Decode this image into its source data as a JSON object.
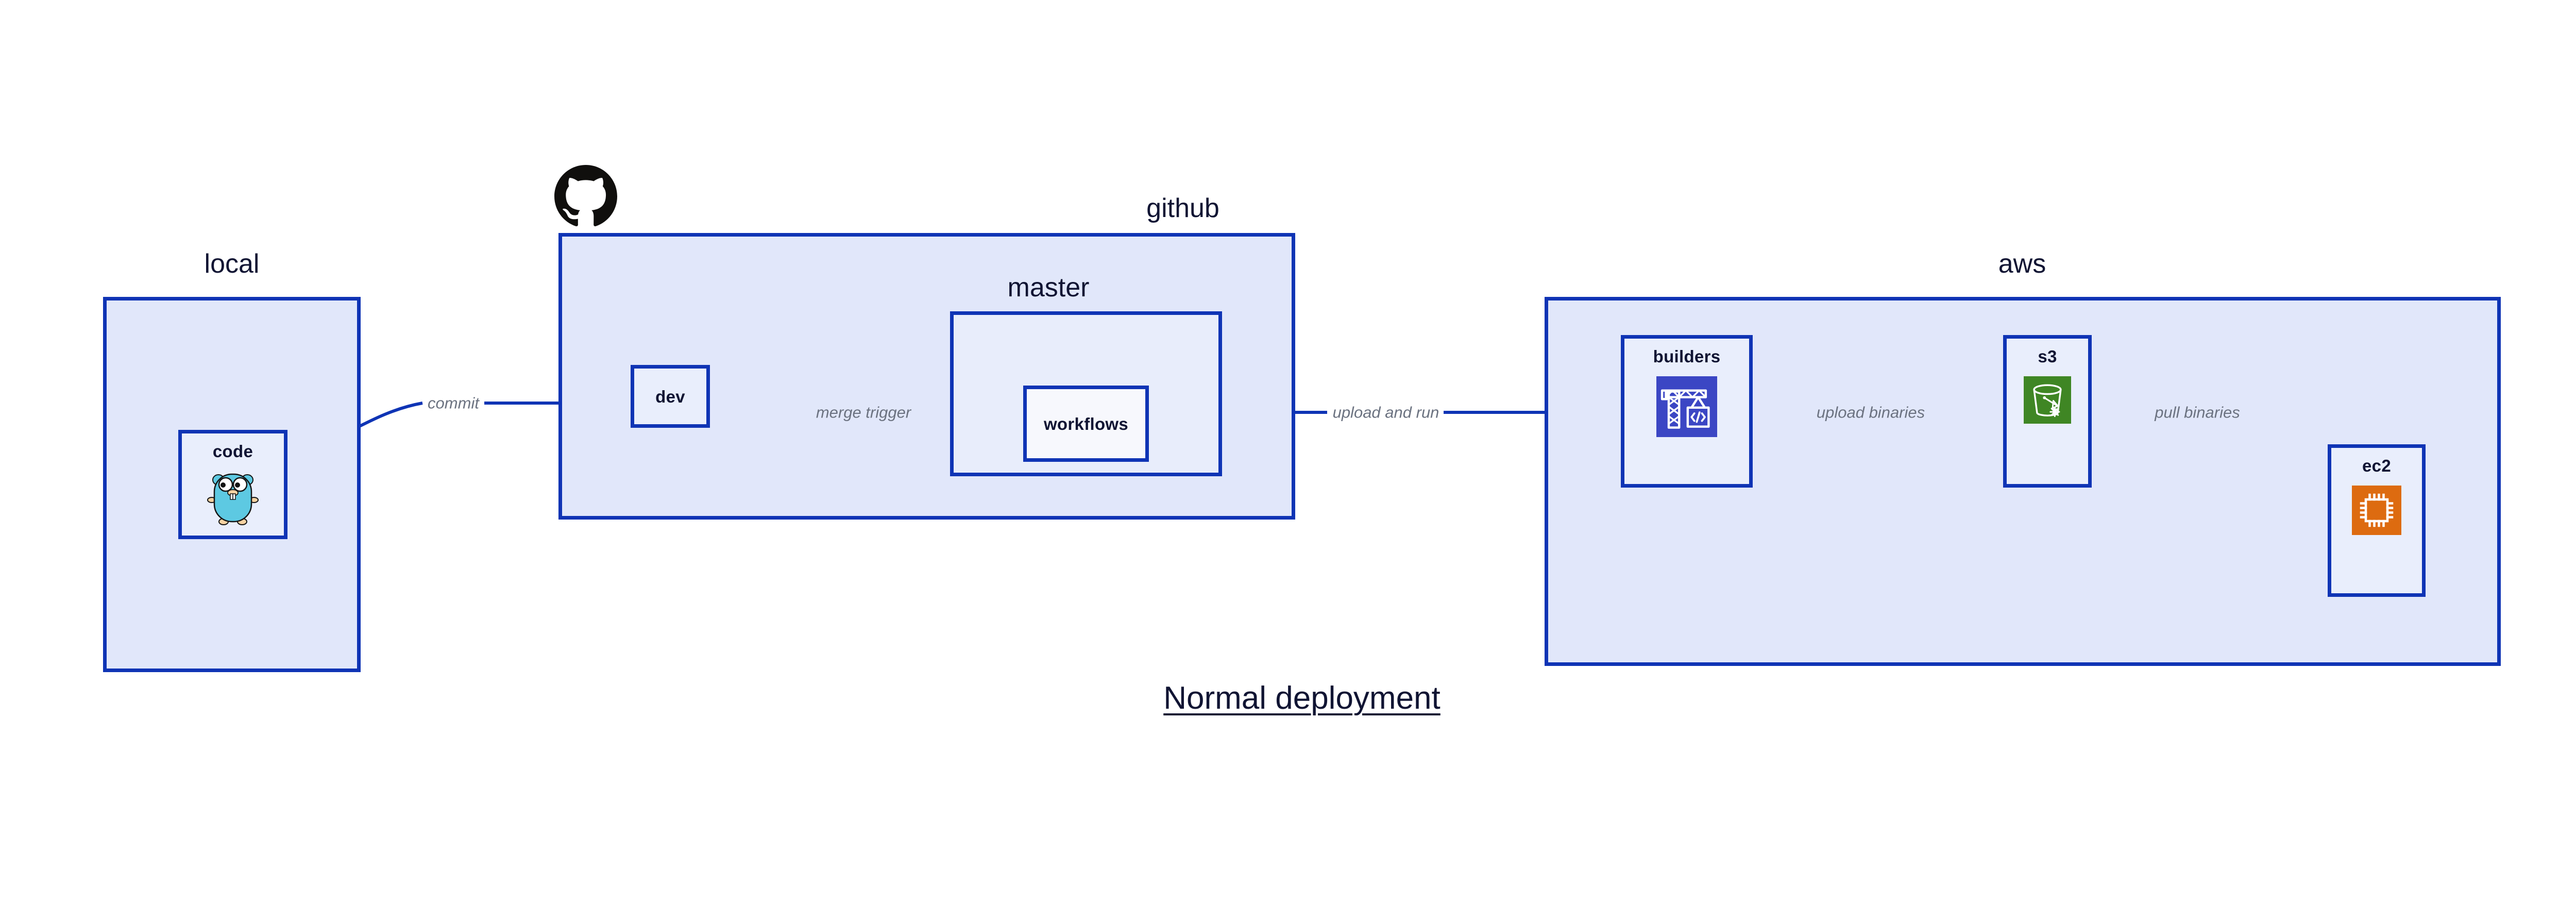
{
  "diagram": {
    "title": "Normal deployment",
    "background": "#ffffff",
    "accent_blue": "#0f34b5",
    "group_fill": "#e1e7fa",
    "node_fill": "#e9eefc",
    "label_gray": "#6b7280",
    "text_navy": "#101433"
  },
  "groups": [
    {
      "id": "local",
      "label": "local"
    },
    {
      "id": "github",
      "label": "github"
    },
    {
      "id": "master",
      "label": "master"
    },
    {
      "id": "aws",
      "label": "aws"
    }
  ],
  "nodes": [
    {
      "id": "code",
      "label": "code",
      "icon": "go-gopher-icon"
    },
    {
      "id": "dev",
      "label": "dev",
      "icon": null
    },
    {
      "id": "workflows",
      "label": "workflows",
      "icon": null
    },
    {
      "id": "builders",
      "label": "builders",
      "icon": "aws-crane-builder-icon",
      "icon_color": "#3b46c4"
    },
    {
      "id": "s3",
      "label": "s3",
      "icon": "aws-s3-bucket-icon",
      "icon_color": "#3f8624"
    },
    {
      "id": "ec2",
      "label": "ec2",
      "icon": "aws-ec2-chip-icon",
      "icon_color": "#dd6b10"
    }
  ],
  "edges": [
    {
      "id": "commit",
      "label": "commit",
      "from": "code",
      "to": "dev"
    },
    {
      "id": "merge-trigger",
      "label": "merge trigger",
      "from": "dev",
      "to": "workflows"
    },
    {
      "id": "upload-and-run",
      "label": "upload and run",
      "from": "workflows",
      "to": "builders"
    },
    {
      "id": "upload-binaries",
      "label": "upload binaries",
      "from": "builders",
      "to": "s3"
    },
    {
      "id": "pull-binaries",
      "label": "pull binaries",
      "from": "s3",
      "to": "ec2"
    }
  ],
  "logos": [
    {
      "id": "github-octocat",
      "name": "github-octocat-icon",
      "color": "#100f0d"
    }
  ]
}
